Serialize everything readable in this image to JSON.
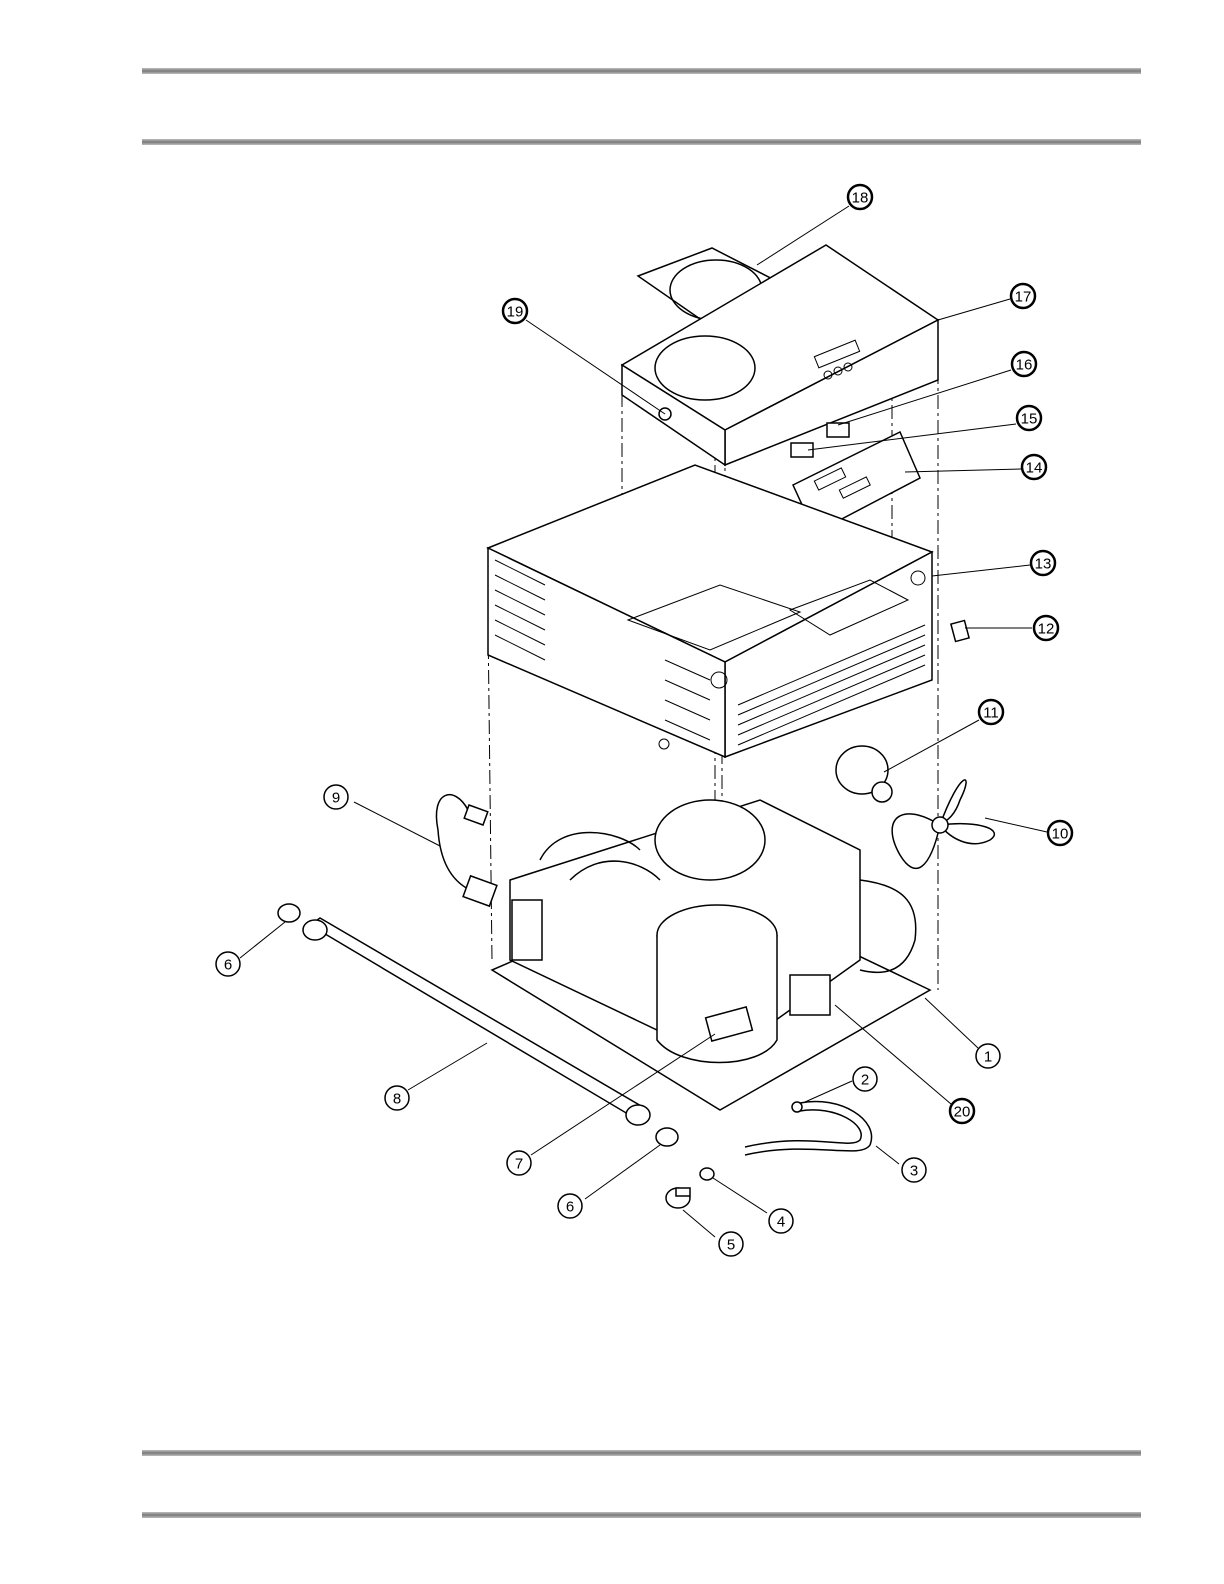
{
  "callouts": [
    {
      "label": "18",
      "bold": true
    },
    {
      "label": "17",
      "bold": true
    },
    {
      "label": "19",
      "bold": true
    },
    {
      "label": "16",
      "bold": true
    },
    {
      "label": "15",
      "bold": true
    },
    {
      "label": "14",
      "bold": true
    },
    {
      "label": "13",
      "bold": true
    },
    {
      "label": "12",
      "bold": true
    },
    {
      "label": "11",
      "bold": true
    },
    {
      "label": "10",
      "bold": true
    },
    {
      "label": "9",
      "bold": false
    },
    {
      "label": "6",
      "bold": false
    },
    {
      "label": "1",
      "bold": false
    },
    {
      "label": "8",
      "bold": false
    },
    {
      "label": "2",
      "bold": false
    },
    {
      "label": "20",
      "bold": true
    },
    {
      "label": "7",
      "bold": false
    },
    {
      "label": "6",
      "bold": false
    },
    {
      "label": "3",
      "bold": false
    },
    {
      "label": "4",
      "bold": false
    },
    {
      "label": "5",
      "bold": false
    }
  ]
}
